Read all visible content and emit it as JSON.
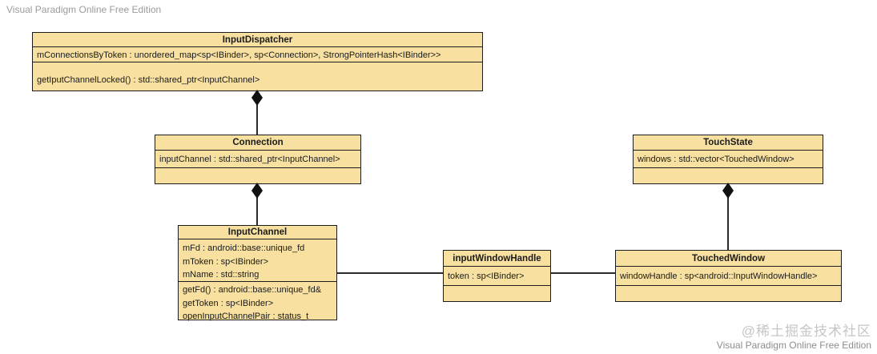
{
  "watermarks": {
    "top_left": "Visual Paradigm Online Free Edition",
    "bottom_community": "@稀土掘金技术社区",
    "bottom_edition": "Visual Paradigm Online Free Edition"
  },
  "colors": {
    "class_fill": "#F8E1A0",
    "class_border": "#1c1c1c",
    "connector": "#2a2a2a",
    "watermark_gray": "#9b9b9b",
    "watermark_light": "#c6c6c6"
  },
  "classes": [
    {
      "id": "input-dispatcher",
      "title": "InputDispatcher",
      "attributes": [
        "mConnectionsByToken : unordered_map<sp<IBinder>, sp<Connection>, StrongPointerHash<IBinder>>"
      ],
      "operations": [
        "getIputChannelLocked() : std::shared_ptr<InputChannel>"
      ]
    },
    {
      "id": "connection",
      "title": "Connection",
      "attributes": [
        "inputChannel : std::shared_ptr<InputChannel>"
      ],
      "operations": []
    },
    {
      "id": "input-channel",
      "title": "InputChannel",
      "attributes": [
        "mFd : android::base::unique_fd",
        "mToken : sp<IBinder>",
        "mName : std::string"
      ],
      "operations": [
        "getFd() : android::base::unique_fd&",
        "getToken : sp<IBinder>",
        "openInputChannelPair : status_t"
      ]
    },
    {
      "id": "touch-state",
      "title": "TouchState",
      "attributes": [
        "windows : std::vector<TouchedWindow>"
      ],
      "operations": []
    },
    {
      "id": "input-window-handle",
      "title": "inputWindowHandle",
      "attributes": [
        "token : sp<IBinder>"
      ],
      "operations": []
    },
    {
      "id": "touched-window",
      "title": "TouchedWindow",
      "attributes": [
        "windowHandle : sp<android::InputWindowHandle>"
      ],
      "operations": []
    }
  ],
  "relationships": [
    {
      "from": "InputDispatcher",
      "to": "Connection",
      "type": "composition"
    },
    {
      "from": "Connection",
      "to": "InputChannel",
      "type": "composition"
    },
    {
      "from": "TouchState",
      "to": "TouchedWindow",
      "type": "composition"
    },
    {
      "from": "InputChannel",
      "to": "inputWindowHandle",
      "type": "association"
    },
    {
      "from": "inputWindowHandle",
      "to": "TouchedWindow",
      "type": "association"
    }
  ]
}
